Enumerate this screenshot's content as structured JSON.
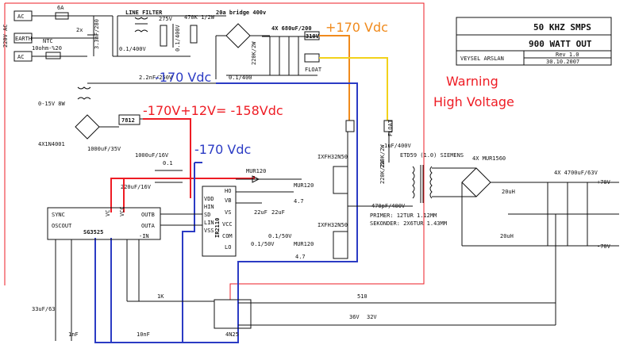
{
  "title_block": {
    "title": "50 KHZ SMPS",
    "subtitle": "900 WATT OUT",
    "author": "VEYSEL ARSLAN",
    "rev": "Rev 1.0",
    "date": "30.10.2007"
  },
  "annotations": {
    "plus170": "+170 Vdc",
    "minus170_top": "-170 Vdc",
    "minus158": "-170V+12V= -158Vdc",
    "minus170_mid": "-170 Vdc",
    "warning_line1": "Warning",
    "warning_line2": "High Voltage"
  },
  "labels": {
    "mains": "220V AC",
    "ac_top": "AC",
    "earth": "EARTH",
    "ac_bottom": "AC",
    "fuse": "6A",
    "cap_2x": "2x",
    "cap_val": "3.3nF/280",
    "ntc": "NTC",
    "ntc_val": "10ohm-%20",
    "line_filter": "LINE FILTER",
    "varistor": "275V",
    "res_470k": "470K 1/2W",
    "cap_01a": "0.1/400V",
    "cap_01b": "0.1/400V",
    "bridge": "20a bridge 400v",
    "cap_22": "2.2nF/250V",
    "caps_4x": "4X 680uF/200",
    "r220k": "220K/2W",
    "cap_01c": "0.1/400",
    "pin_310": "310V",
    "float_top": "FLOAT",
    "float_mid": "FLOAT",
    "tf_label": "0-15V 8W",
    "diode4x": "4X1N4001",
    "reg": "7812",
    "cap_1000": "1000uF/35V",
    "cap_1000b": "1000uF/16V",
    "cap_01d": "0.1",
    "cap_220": "220uF/16V",
    "mur120a": "MUR120",
    "mur120b": "MUR120",
    "mur120c": "MUR120",
    "mosfet_a": "IXFH32N50",
    "mosfet_b": "IXFH32N50",
    "cap_22uf_a": "22uF",
    "cap_22uf_b": "22uF",
    "cap_01_50a": "0.1/50V",
    "cap_01_50b": "0.1/50V",
    "r47a": "4.7",
    "r47b": "4.7",
    "cap_1uf": "1uF/400V",
    "etd59": "ETD59 (1.0) SIEMENS",
    "mur1560": "4X MUR1560",
    "caps_4700": "4X 4700uF/63V",
    "out_pos": "+70V",
    "out_neg": "-70V",
    "cap_470pf": "470pF/400V",
    "primer": "PRIMER: 12TUR 1.12MM",
    "sekonder": "SEKONDER: 2X6TUR 1.43MM",
    "uh20a": "20uH",
    "uh20b": "20uH",
    "ic1": "SG3525",
    "ic2": "IR2110",
    "opto": "4N25",
    "res_510": "510",
    "z36": "36V",
    "z32": "32V",
    "res_1k": "1K",
    "cap_33": "33uF/63",
    "cap_1nf": "1nF",
    "cap_10nf": "10nF",
    "sg_sync": "SYNC",
    "sg_oscout": "OSCOUT",
    "sg_outb": "OUTB",
    "sg_outa": "OUTA",
    "sg_inm": "-IN",
    "sg_vc": "VC",
    "sg_vcc": "VCC",
    "ir_vdd": "VDD",
    "ir_hin": "HIN",
    "ir_sd": "SD",
    "ir_lin": "LIN",
    "ir_vss": "VSS",
    "ir_ho": "HO",
    "ir_vb": "VB",
    "ir_vs": "VS",
    "ir_vcc": "VCC",
    "ir_com": "COM",
    "ir_lo": "LO"
  },
  "colors": {
    "red": "#ee1c24",
    "blue": "#2b3bc4",
    "orange": "#f08a1c",
    "yellow": "#f2d21a",
    "wire": "#111111"
  }
}
